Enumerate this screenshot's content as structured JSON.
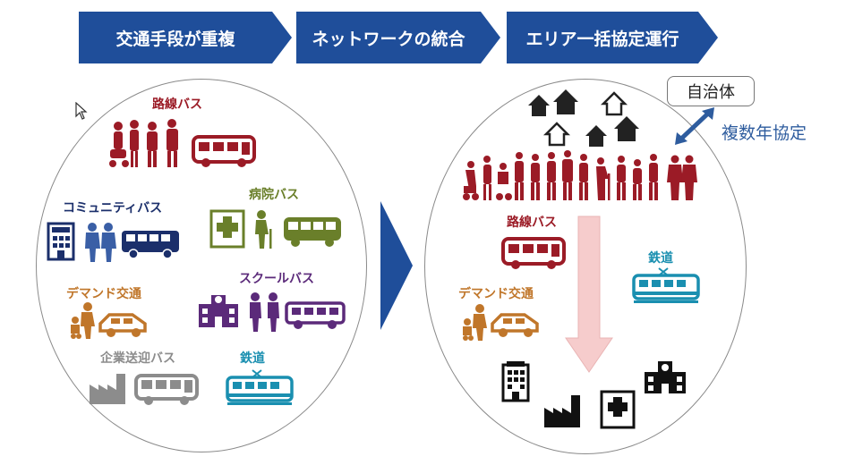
{
  "header": {
    "steps": [
      {
        "label": "交通手段が重複"
      },
      {
        "label": "ネットワークの統合"
      },
      {
        "label": "エリア一括協定運行"
      }
    ]
  },
  "left_circle": {
    "labels": {
      "route_bus": "路線バス",
      "community_bus": "コミュニティバス",
      "hospital_bus": "病院バス",
      "school_bus": "スクールバス",
      "demand_transport": "デマンド交通",
      "company_bus": "企業送迎バス",
      "railway": "鉄道"
    }
  },
  "right_circle": {
    "labels": {
      "route_bus": "路線バス",
      "railway": "鉄道",
      "demand_transport": "デマンド交通"
    },
    "municipality": "自治体",
    "agreement": "複数年協定"
  },
  "colors": {
    "header_blue": "#1f4e9a",
    "route_red": "#9b1b26",
    "community_navy": "#1b2f6b",
    "hospital_olive": "#6a7f2a",
    "school_purple": "#5b2a7a",
    "demand_orange": "#c0762a",
    "company_gray": "#8c8c8c",
    "rail_teal": "#1a8fb0",
    "pink_arrow": "#f6cccc"
  }
}
